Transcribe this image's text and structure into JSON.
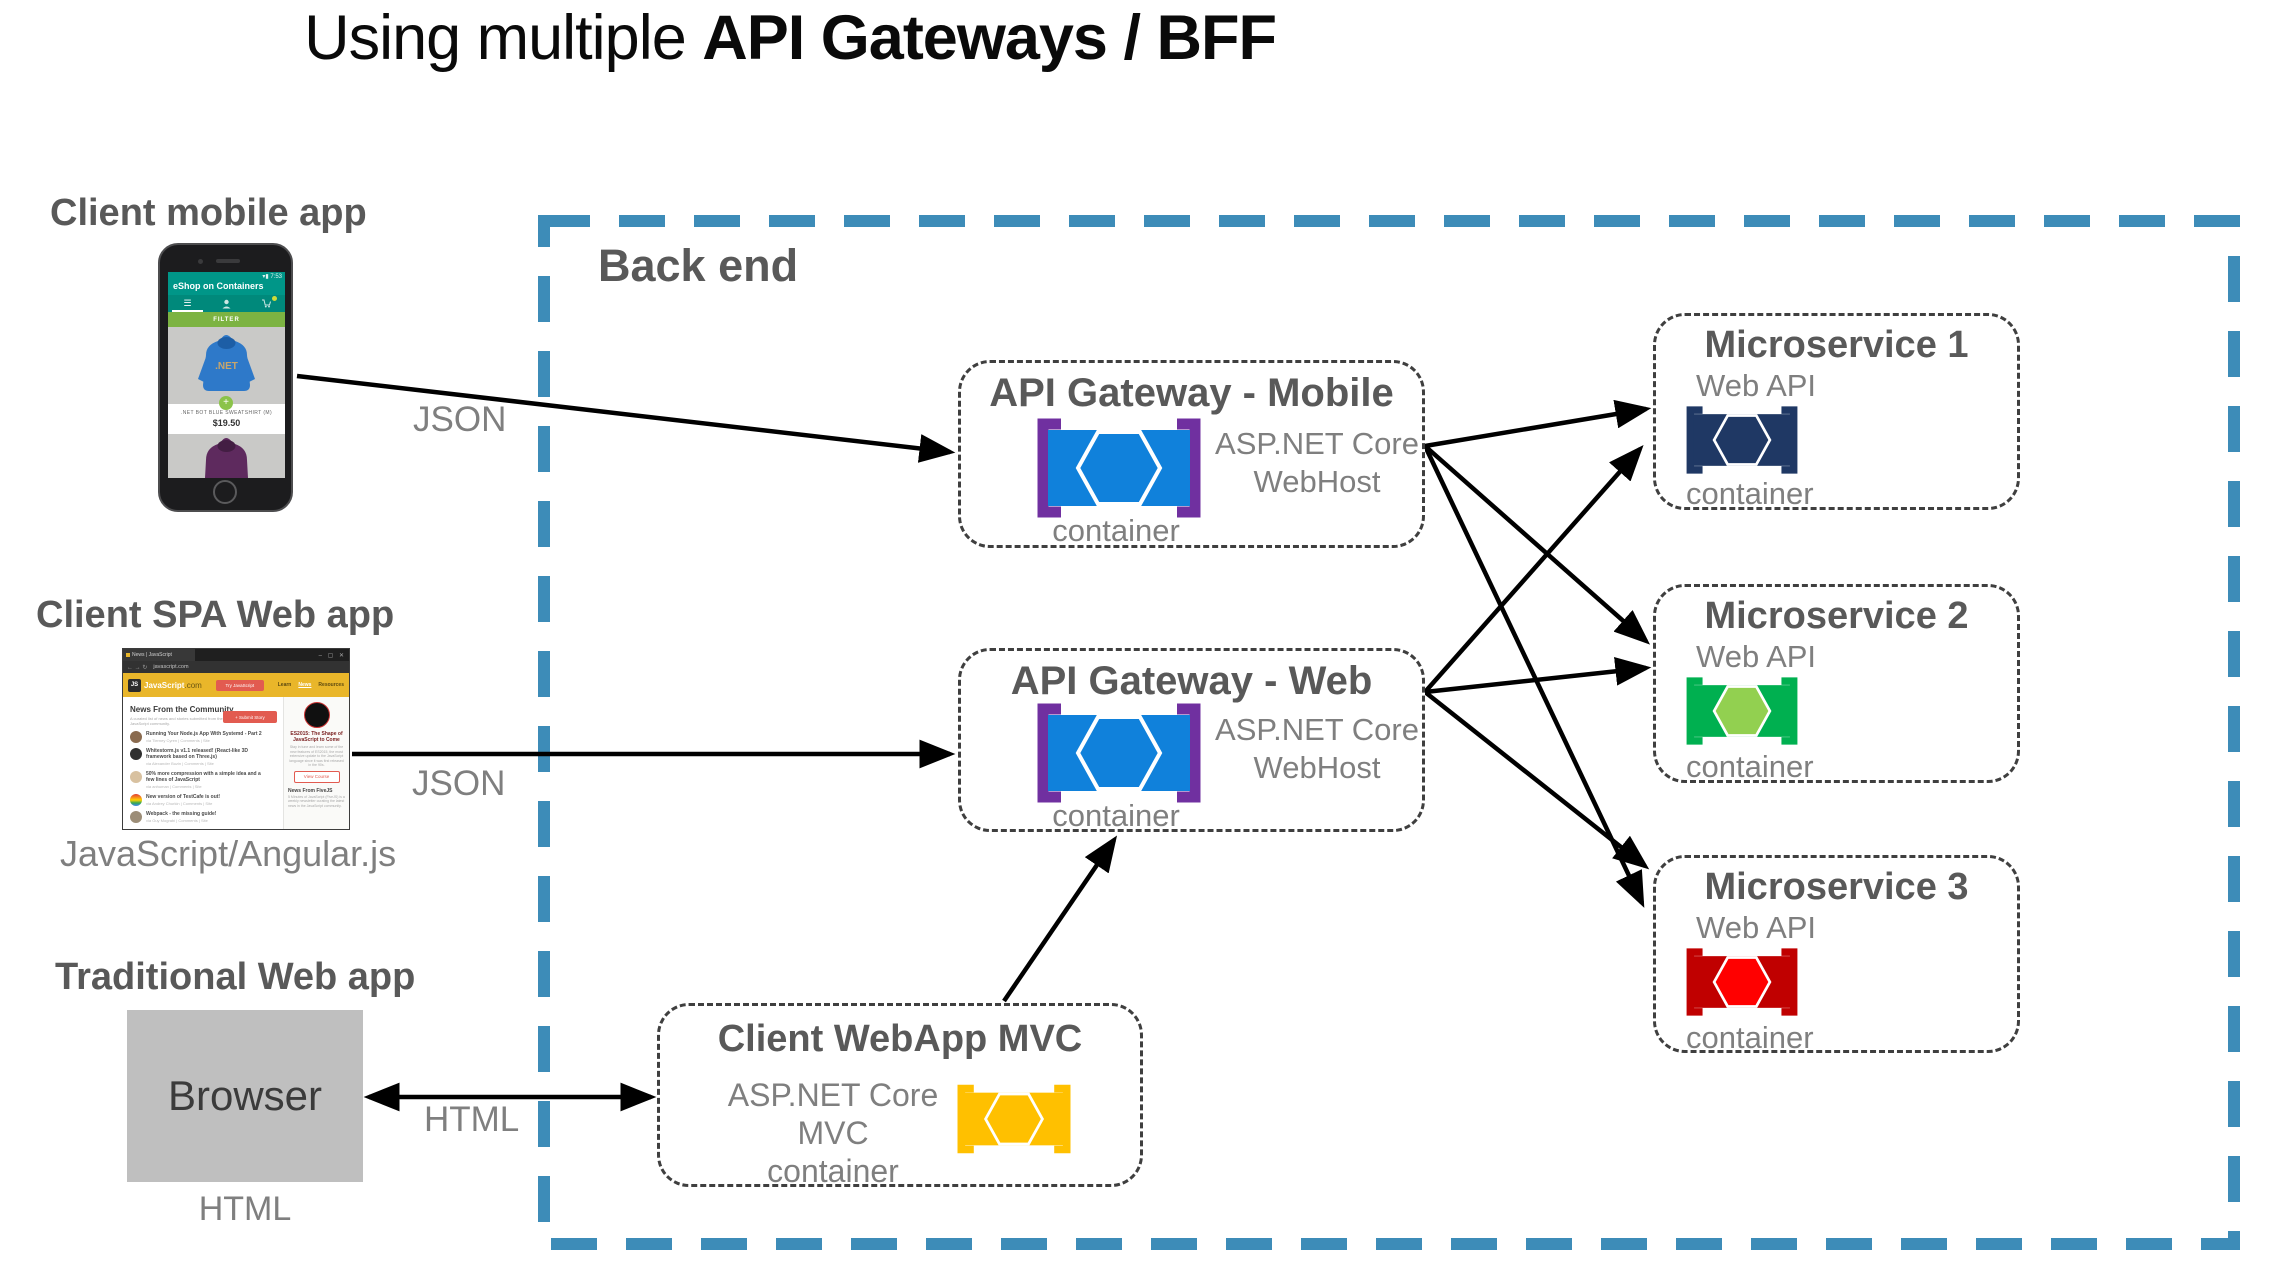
{
  "title": {
    "prefix": "Using multiple ",
    "emphasis": "API Gateways / BFF"
  },
  "backend": {
    "label": "Back end"
  },
  "arrow_labels": {
    "mobile_json": "JSON",
    "spa_json": "JSON",
    "html": "HTML"
  },
  "clients": {
    "mobile": {
      "label": "Client mobile app",
      "phone": {
        "status_time": "7:53",
        "app_title": "eShop on Containers",
        "filter_button": "FILTER",
        "hoodie_logo": ".NET",
        "product_title": ".NET BOT BLUE SWEATSHIRT (M)",
        "product_price": "$19.50"
      }
    },
    "spa": {
      "label": "Client SPA Web app",
      "tech_label": "JavaScript/Angular.js",
      "browser": {
        "tab_title": "News | JavaScript",
        "url": "javascript.com",
        "logo": "JS",
        "site_name": "JavaScript",
        "site_tld": ".com",
        "try_button": "Try JavaScript",
        "nav_links": [
          "Learn",
          "News",
          "Resources"
        ],
        "heading": "News From the Community",
        "subheading": "A curated list of news and stories submitted from the JavaScript community.",
        "submit_button": "+ Submit Story",
        "stories": [
          {
            "title": "Running Your Node.js App With Systemd - Part 2",
            "meta": "via Tierney Cyren  |  Comments  |  Site"
          },
          {
            "title": "Whitestorm.js v1.1 released! (React-like 3D framework based on Three.js)",
            "meta": "via Alexander Buzin  |  Comments  |  Site"
          },
          {
            "title": "50% more compression with a simple idea and a few lines of JavaScript",
            "meta": "via anhuman  |  Comments  |  Site"
          },
          {
            "title": "New version of TestCafe is out!",
            "meta": "via Andrey Churkin  |  Comments  |  Site"
          },
          {
            "title": "Webpack - the missing guide!",
            "meta": "via Guy Mograbi  |  Comments  |  Site"
          }
        ],
        "sidebar": {
          "course_title": "ES2015: The Shape of JavaScript to Come",
          "course_text": "Stay in tune and learn some of the new features of ES2015, the most extensive update to the JavaScript language since it was first released in the 90s.",
          "course_button": "View Course",
          "news_heading": "News From FiveJS",
          "news_text": "5 Minutes of JavaScript (FiveJS) is a weekly newsletter curating the latest news in the JavaScript community."
        }
      }
    },
    "traditional": {
      "label": "Traditional Web app",
      "box_label": "Browser",
      "format_label": "HTML"
    }
  },
  "gateways": {
    "mobile": {
      "title": "API Gateway - Mobile",
      "runtime_line1": "ASP.NET Core",
      "runtime_line2": "WebHost",
      "container_label": "container"
    },
    "web": {
      "title": "API Gateway - Web",
      "runtime_line1": "ASP.NET Core",
      "runtime_line2": "WebHost",
      "container_label": "container"
    }
  },
  "mvc": {
    "title": "Client WebApp MVC",
    "runtime_line1": "ASP.NET Core MVC",
    "runtime_line2": "container"
  },
  "microservices": [
    {
      "title": "Microservice 1",
      "api_label": "Web API",
      "container_label": "container"
    },
    {
      "title": "Microservice 2",
      "api_label": "Web API",
      "container_label": "container"
    },
    {
      "title": "Microservice 3",
      "api_label": "Web API",
      "container_label": "container"
    }
  ],
  "colors": {
    "backend_border": "#3D8CB8",
    "container_blue": "#1081DB",
    "bracket_purple": "#7030A0",
    "container_navy": "#1F3864",
    "container_green": "#00B050",
    "container_green_hexagon": "#92D050",
    "container_red": "#C00000",
    "container_red_hexagon": "#FF0000",
    "container_yellow": "#FFC000",
    "heading_gray": "#595959",
    "text_gray": "#7F7F7F"
  }
}
